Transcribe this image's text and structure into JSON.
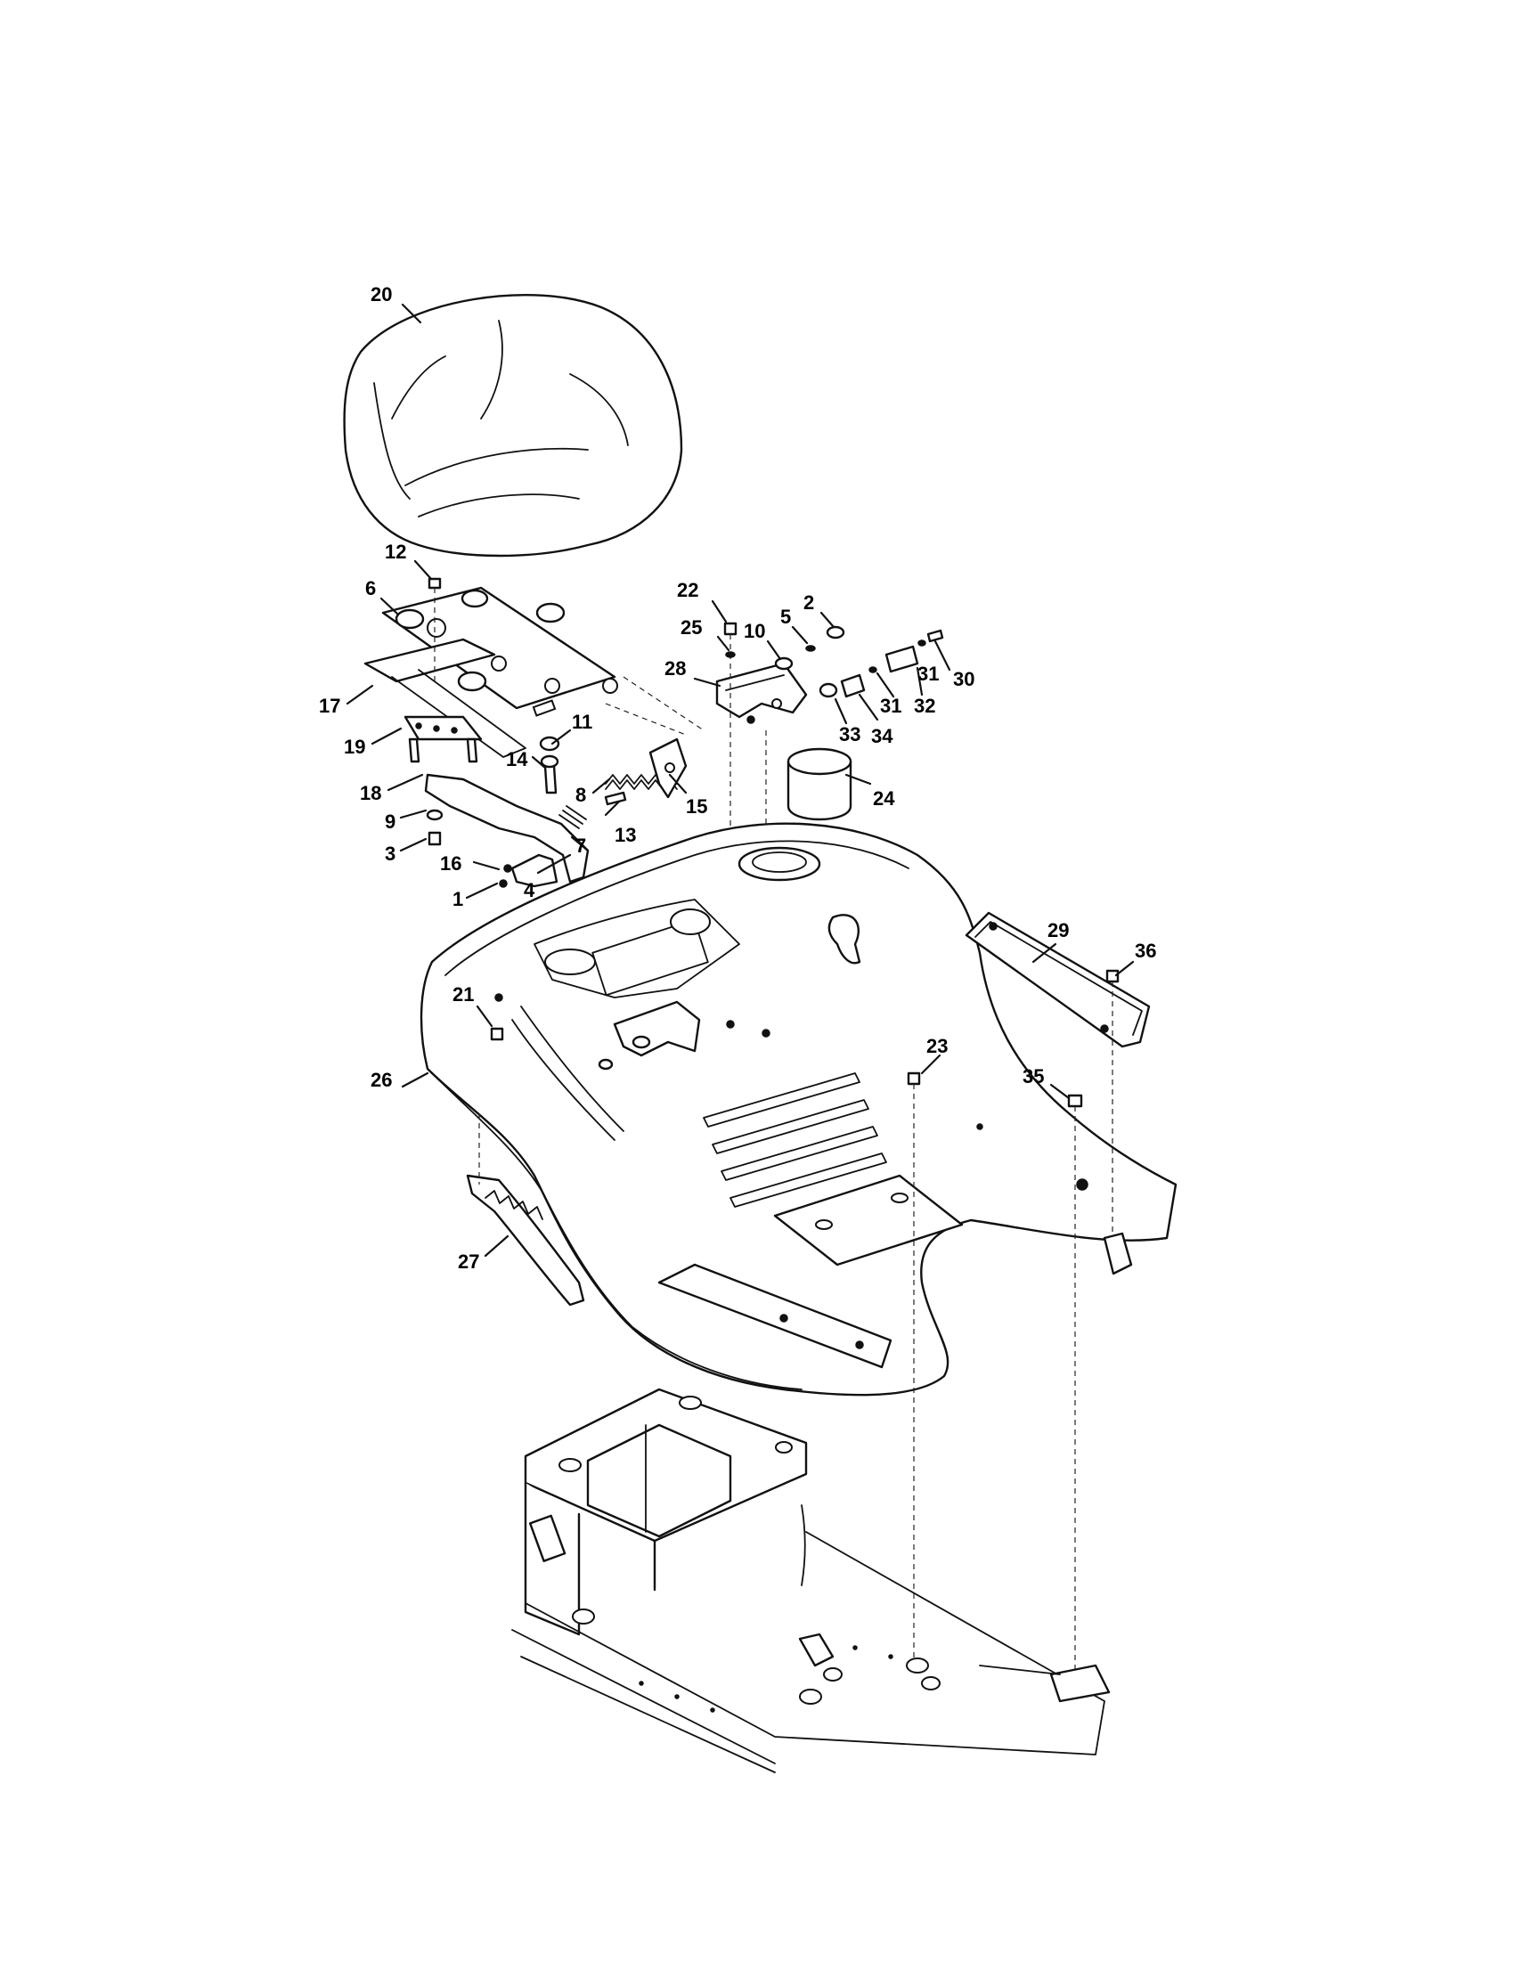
{
  "colors": {
    "ink": "#111111",
    "paper": "#ffffff"
  },
  "callouts": [
    {
      "id": "c20",
      "label": "20"
    },
    {
      "id": "c12",
      "label": "12"
    },
    {
      "id": "c6",
      "label": "6"
    },
    {
      "id": "c17",
      "label": "17"
    },
    {
      "id": "c19",
      "label": "19"
    },
    {
      "id": "c11",
      "label": "11"
    },
    {
      "id": "c14",
      "label": "14"
    },
    {
      "id": "c18",
      "label": "18"
    },
    {
      "id": "c9",
      "label": "9"
    },
    {
      "id": "c3",
      "label": "3"
    },
    {
      "id": "c16",
      "label": "16"
    },
    {
      "id": "c1",
      "label": "1"
    },
    {
      "id": "c4",
      "label": "4"
    },
    {
      "id": "c7",
      "label": "7"
    },
    {
      "id": "c8",
      "label": "8"
    },
    {
      "id": "c13",
      "label": "13"
    },
    {
      "id": "c15",
      "label": "15"
    },
    {
      "id": "c22",
      "label": "22"
    },
    {
      "id": "c25",
      "label": "25"
    },
    {
      "id": "c28",
      "label": "28"
    },
    {
      "id": "c10",
      "label": "10"
    },
    {
      "id": "c5",
      "label": "5"
    },
    {
      "id": "c2",
      "label": "2"
    },
    {
      "id": "c30",
      "label": "30"
    },
    {
      "id": "c31a",
      "label": "31"
    },
    {
      "id": "c32",
      "label": "32"
    },
    {
      "id": "c31b",
      "label": "31"
    },
    {
      "id": "c33",
      "label": "33"
    },
    {
      "id": "c34",
      "label": "34"
    },
    {
      "id": "c24",
      "label": "24"
    },
    {
      "id": "c29",
      "label": "29"
    },
    {
      "id": "c36",
      "label": "36"
    },
    {
      "id": "c21",
      "label": "21"
    },
    {
      "id": "c23",
      "label": "23"
    },
    {
      "id": "c35",
      "label": "35"
    },
    {
      "id": "c26",
      "label": "26"
    },
    {
      "id": "c27",
      "label": "27"
    }
  ]
}
